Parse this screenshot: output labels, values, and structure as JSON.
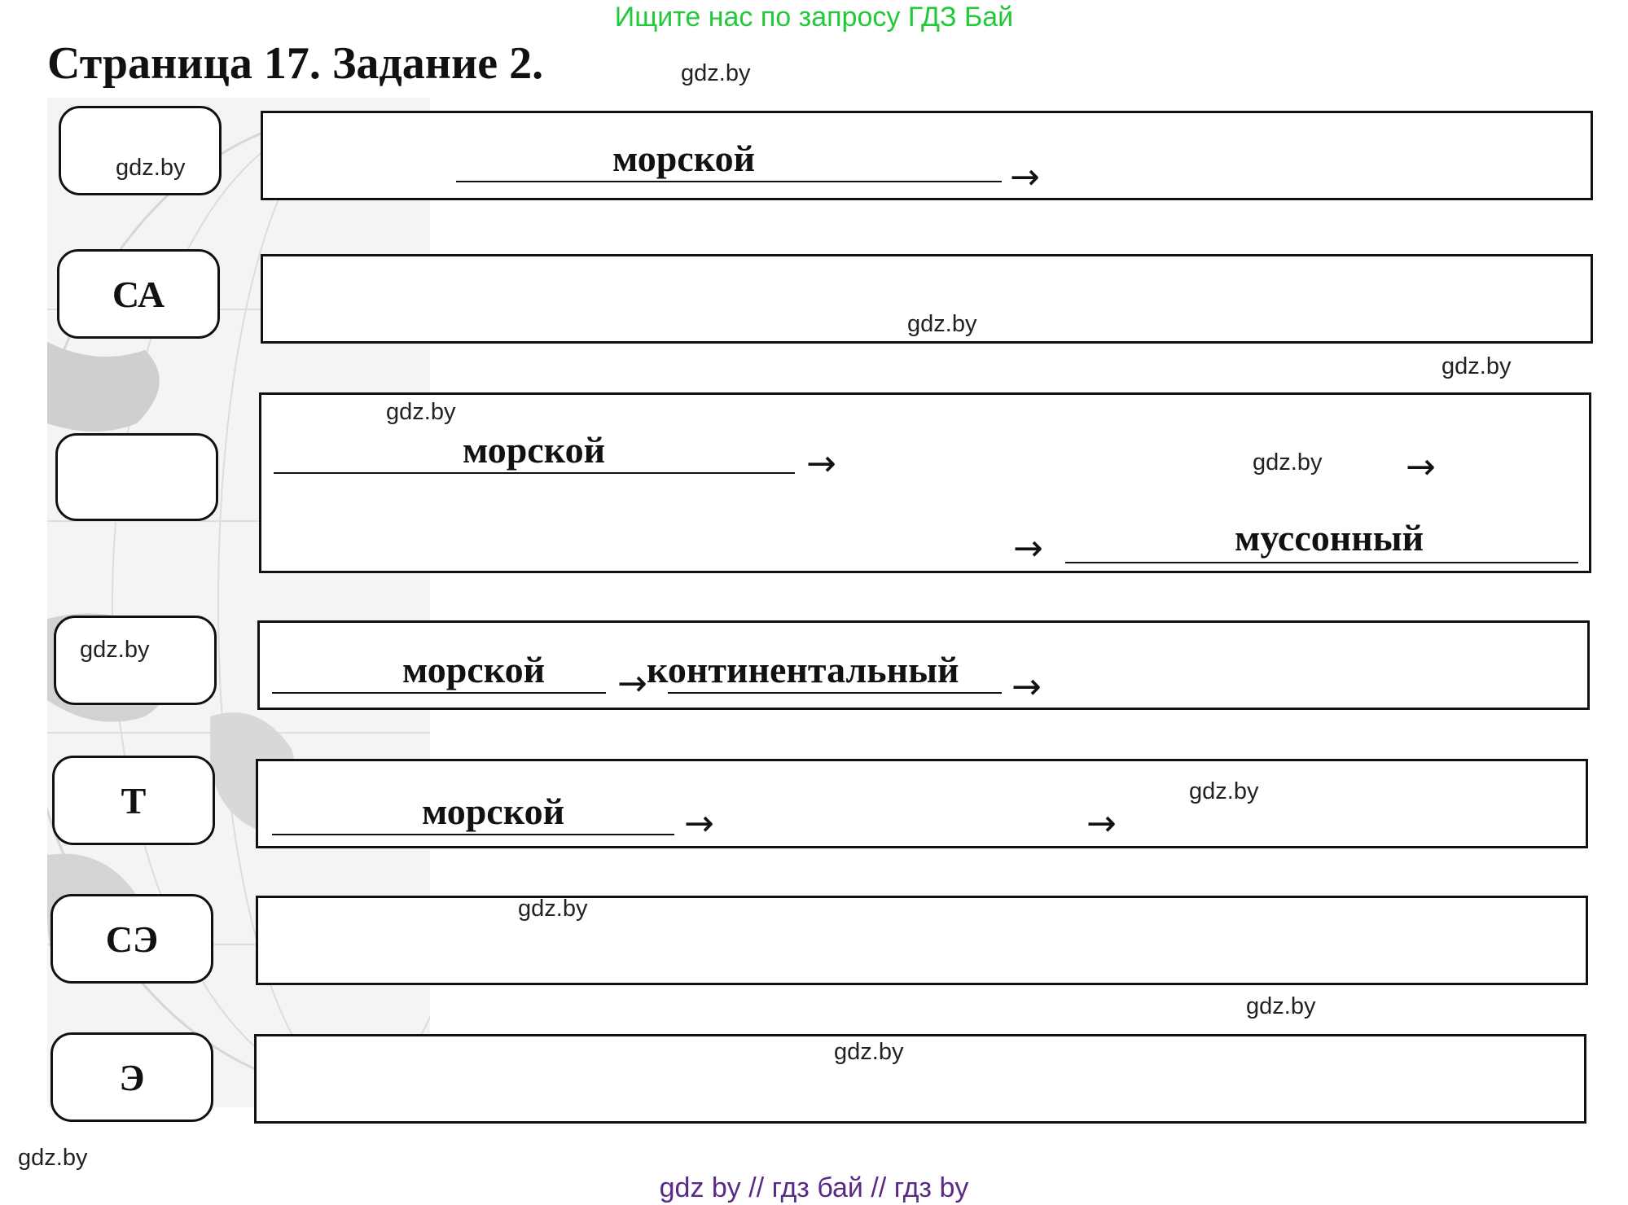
{
  "banner": "Ищите нас по запросу ГДЗ Бай",
  "title": "Страница 17. Задание 2.",
  "rows": [
    {
      "label": ""
    },
    {
      "label": "СА"
    },
    {
      "label": ""
    },
    {
      "label": ""
    },
    {
      "label": "Т"
    },
    {
      "label": "СЭ"
    },
    {
      "label": "Э"
    }
  ],
  "answers": {
    "r1_a": "морской",
    "r3_a": "морской",
    "r3_b": "муссонный",
    "r4_a": "морской",
    "r4_b": "континентальный",
    "r5_a": "морской"
  },
  "arrow_glyph": "→",
  "watermark": "gdz.by",
  "footer": "gdz by  //  гдз бай  //  гдз by"
}
